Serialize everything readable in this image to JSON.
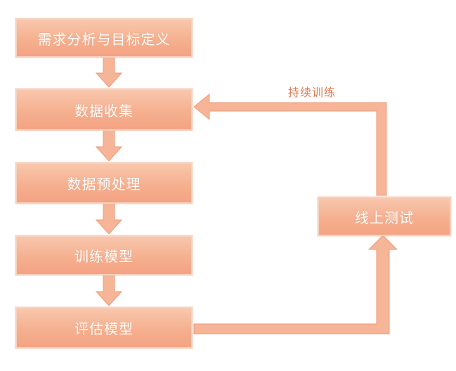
{
  "diagram": {
    "steps": [
      {
        "label": "需求分析与目标定义"
      },
      {
        "label": "数据收集"
      },
      {
        "label": "数据预处理"
      },
      {
        "label": "训练模型"
      },
      {
        "label": "评估模型"
      }
    ],
    "side_step": {
      "label": "线上测试"
    },
    "loop_label": "持续训练",
    "colors": {
      "box_fill_top": "#f8c7ad",
      "box_fill_bottom": "#f4a383",
      "box_border": "#f6d2c1",
      "arrow_fill": "#f5b596",
      "arrow_stroke": "#f09a78",
      "text": "#ffffff",
      "loop_label_color": "#e07850"
    }
  }
}
